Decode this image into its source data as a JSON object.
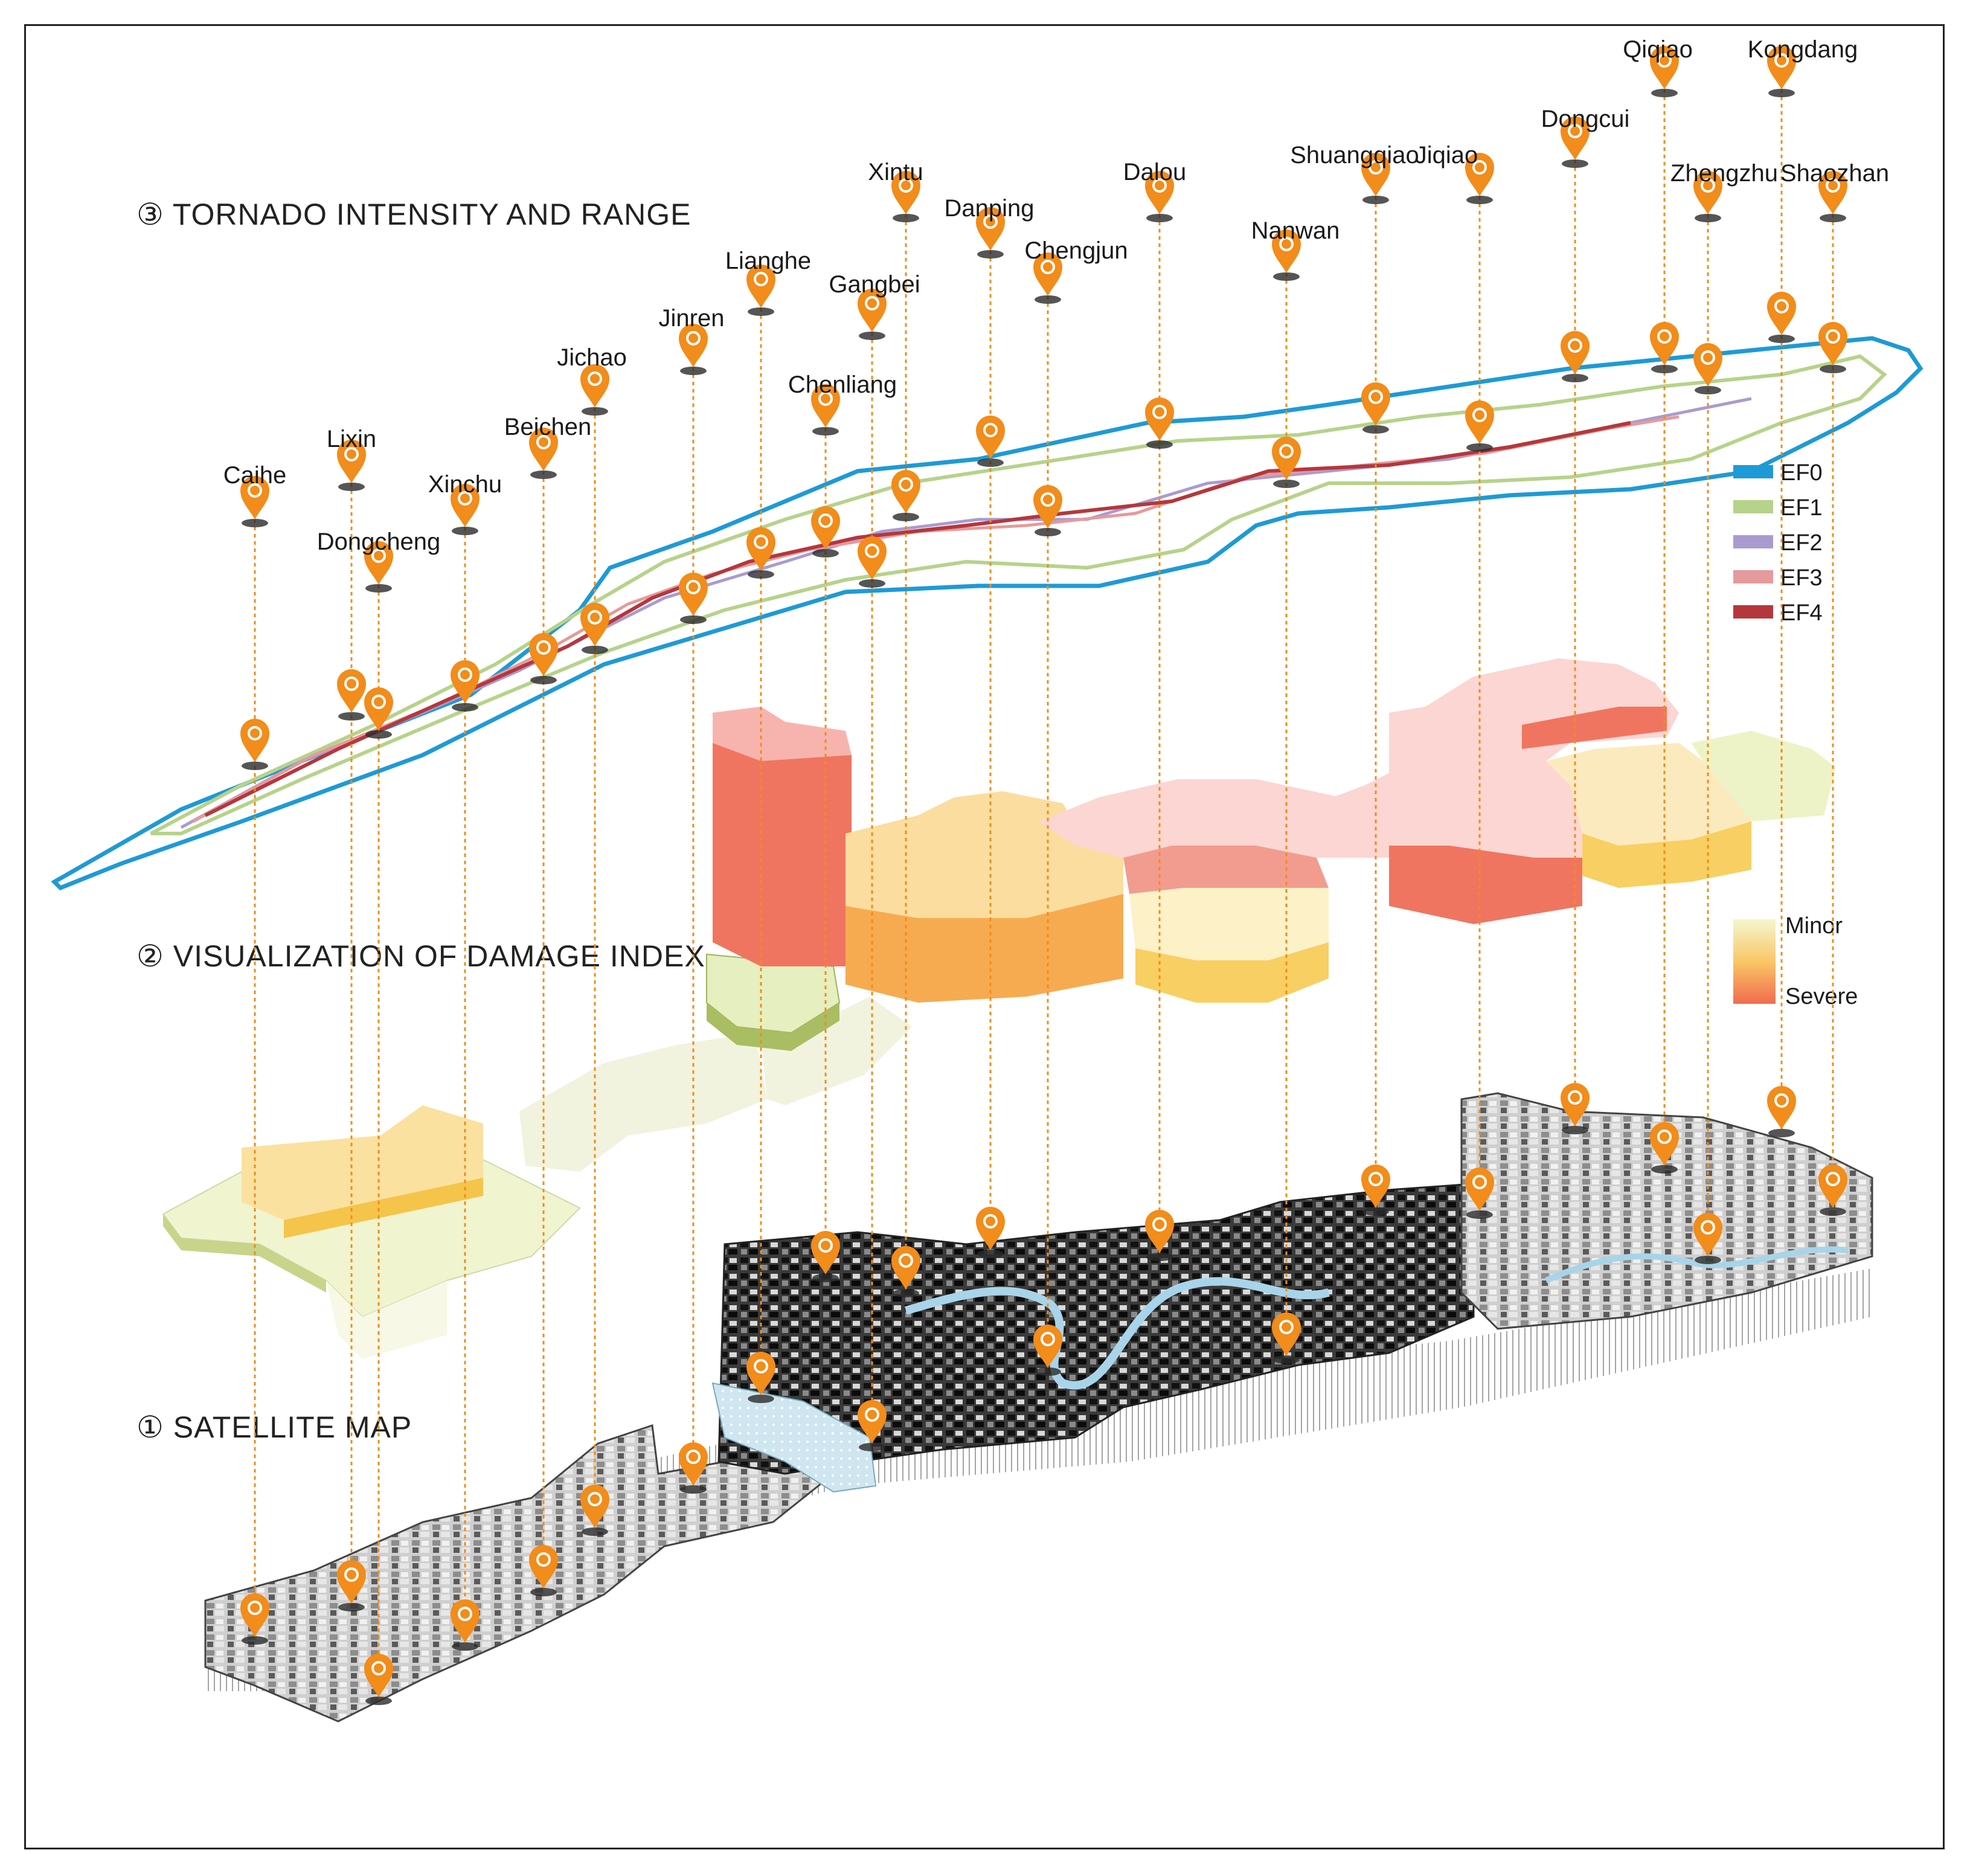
{
  "layers": {
    "tornado": "③ TORNADO INTENSITY AND RANGE",
    "damage": "② VISUALIZATION OF DAMAGE INDEX",
    "satellite": "① SATELLITE MAP"
  },
  "ef_legend": [
    {
      "label": "EF0",
      "color": "#1e9ad6"
    },
    {
      "label": "EF1",
      "color": "#b6d38a"
    },
    {
      "label": "EF2",
      "color": "#a99bd0"
    },
    {
      "label": "EF3",
      "color": "#e59a9c"
    },
    {
      "label": "EF4",
      "color": "#b5373c"
    }
  ],
  "damage_legend": {
    "minor": "Minor",
    "severe": "Severe",
    "colors": [
      "#f4f7cf",
      "#f9c766",
      "#f26b4e"
    ]
  },
  "marker_color": "#f28c1a",
  "towns": [
    "Caihe",
    "Lixin",
    "Dongcheng",
    "Xinchu",
    "Beichen",
    "Jichao",
    "Jinren",
    "Lianghe",
    "Chenliang",
    "Gangbei",
    "Xintu",
    "Danping",
    "Chengjun",
    "Dalou",
    "Nanwan",
    "Shuangqiao",
    "Jiqiao",
    "Dongcui",
    "Qiqiao",
    "Kongdang",
    "Zhengzhu",
    "Shaozhan"
  ]
}
